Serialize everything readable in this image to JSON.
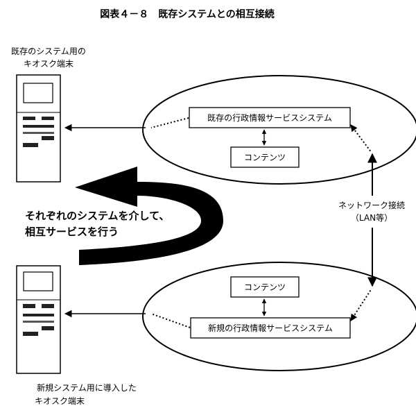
{
  "figure_title": "図表４－８　既存システムとの相互接続",
  "existing_kiosk_label": [
    "既存のシステム用の",
    "キオスク端末"
  ],
  "new_kiosk_label": [
    "新規システム用に導入した",
    "キオスク端末"
  ],
  "existing_system_box": "既存の行政情報サービスシステム",
  "existing_contents_box": "コンテンツ",
  "new_contents_box": "コンテンツ",
  "new_system_box": "新規の行政情報サービスシステム",
  "network_label": [
    "ネットワーク接続",
    "（LAN等）"
  ],
  "arrow_caption": [
    "それぞれのシステムを介して、",
    "相互サービスを行う"
  ]
}
